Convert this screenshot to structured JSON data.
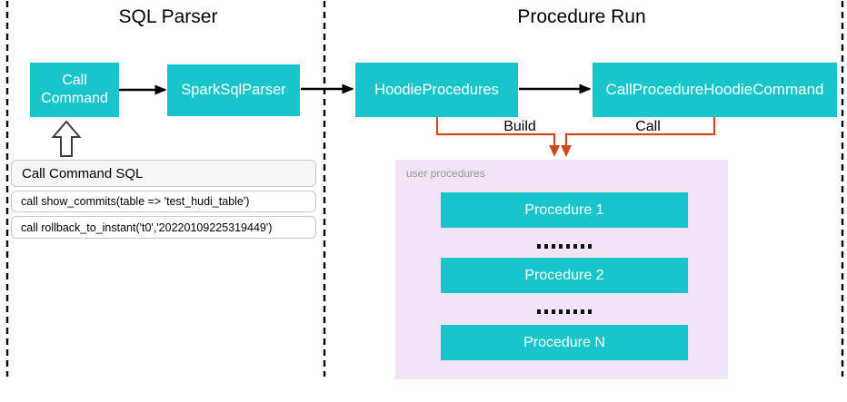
{
  "sections": {
    "left_title": "SQL Parser",
    "right_title": "Procedure Run"
  },
  "nodes": {
    "call_command": "Call Command",
    "spark_sql_parser": "SparkSqlParser",
    "hoodie_procedures": "HoodieProcedures",
    "call_procedure_hoodie_command": "CallProcedureHoodieCommand"
  },
  "edge_labels": {
    "build": "Build",
    "call": "Call"
  },
  "sql_table": {
    "header": "Call Command SQL",
    "rows": [
      "call show_commits(table => 'test_hudi_table')",
      "call rollback_to_instant('t0','20220109225319449')"
    ]
  },
  "user_procedures": {
    "label": "user procedures",
    "items": [
      "Procedure 1",
      "Procedure 2",
      "Procedure N"
    ]
  },
  "colors": {
    "node_fill": "#17C5CB",
    "connector_orange": "#CF4A1D",
    "container_fill": "#F2E4F6",
    "table_header_fill": "#F5F5F5",
    "table_border": "#C9C9C9",
    "muted_label": "#999999",
    "line_black": "#000000"
  }
}
